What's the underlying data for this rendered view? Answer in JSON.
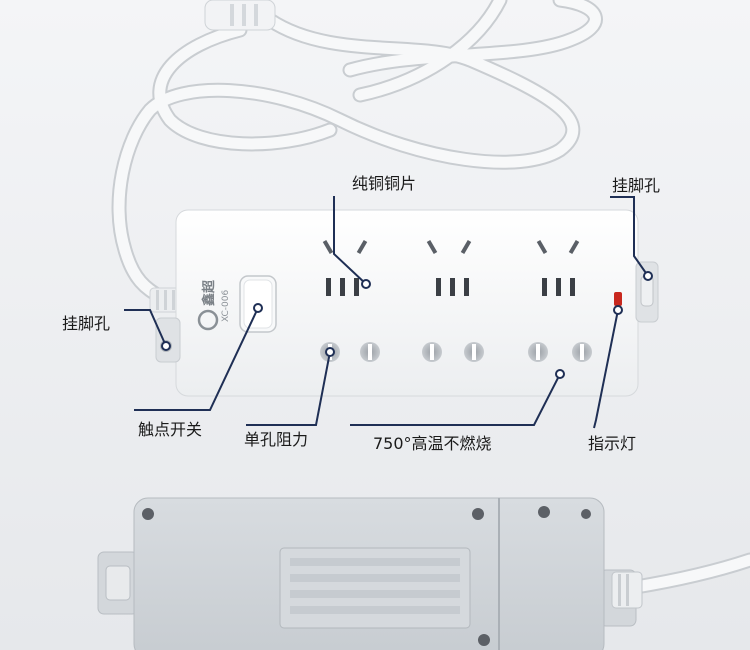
{
  "callouts": {
    "copper": "纯铜铜片",
    "hole_right": "挂脚孔",
    "hole_left": "挂脚孔",
    "switch": "触点开关",
    "resistance": "单孔阻力",
    "fireproof": "750°高温不燃烧",
    "indicator": "指示灯"
  },
  "brand": {
    "name": "鑫超",
    "model": "XC-006"
  },
  "colors": {
    "callout_line": "#1f2f55",
    "indicator_light": "#c8281e"
  }
}
